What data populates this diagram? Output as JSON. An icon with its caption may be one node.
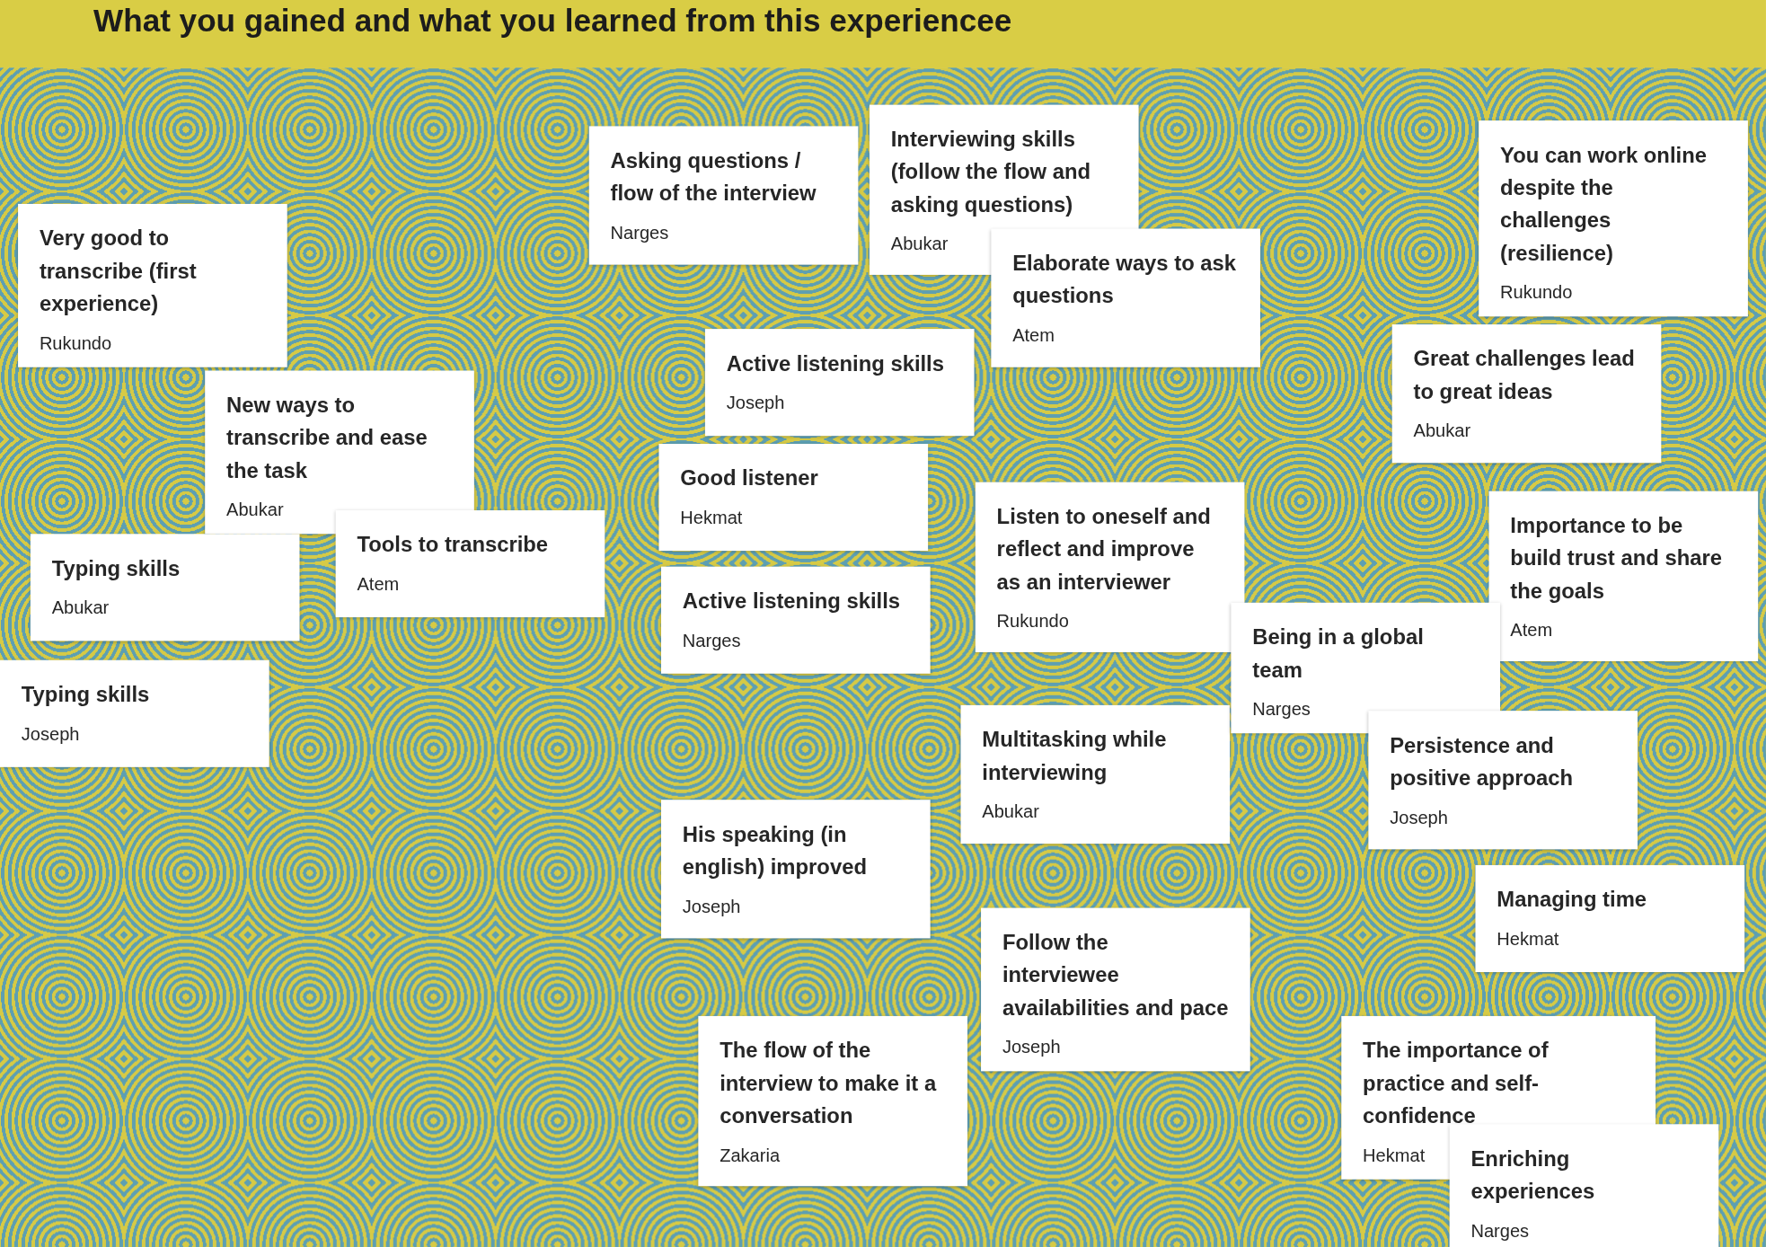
{
  "diagram": {
    "title": "What you gained and what you learned from this experiencee",
    "nodes": [
      {
        "text": [
          "Very good to transcribe (first experience)",
          "Rukundo"
        ]
      },
      {
        "text": [
          "New ways to transcribe and ease the task",
          "Abukar"
        ]
      },
      {
        "text": [
          "Typing skills",
          "Abukar"
        ]
      },
      {
        "text": [
          "Tools to transcribe",
          "Atem"
        ]
      },
      {
        "text": [
          "Typing skills",
          "Joseph"
        ]
      },
      {
        "text": [
          "Asking questions / flow of the interview",
          "Narges"
        ]
      },
      {
        "text": [
          "Active listening skills",
          "Joseph"
        ]
      },
      {
        "text": [
          "Good listener",
          "Hekmat"
        ]
      },
      {
        "text": [
          "Active listening skills",
          "Narges"
        ]
      },
      {
        "text": [
          "His speaking (in english) improved",
          "Joseph"
        ]
      },
      {
        "text": [
          "The flow of the interview to make it a conversation",
          "Zakaria"
        ]
      },
      {
        "text": [
          "Interviewing skills (follow the flow and asking questions)",
          "Abukar"
        ]
      },
      {
        "text": [
          "Elaborate ways to ask questions",
          "Atem"
        ]
      },
      {
        "text": [
          "Listen to oneself and reflect and improve as an interviewer",
          "Rukundo"
        ]
      },
      {
        "text": [
          "Multitasking while interviewing",
          "Abukar"
        ]
      },
      {
        "text": [
          "Follow the interviewee availabilities and pace",
          "Joseph"
        ]
      },
      {
        "text": [
          "You can work online despite the challenges (resilience)",
          "Rukundo"
        ]
      },
      {
        "text": [
          "Great challenges lead to great ideas",
          "Abukar"
        ]
      },
      {
        "text": [
          "Importance to be build trust and share the goals",
          "Atem"
        ]
      },
      {
        "text": [
          "Being in a global team",
          "Narges"
        ]
      },
      {
        "text": [
          "Persistence and positive approach",
          "Joseph"
        ]
      },
      {
        "text": [
          "Managing time",
          "Hekmat"
        ]
      },
      {
        "text": [
          "The importance of practice and self-confidence",
          "Hekmat"
        ]
      },
      {
        "text": [
          "Enriching experiences",
          "Narges"
        ]
      }
    ],
    "edges": []
  }
}
